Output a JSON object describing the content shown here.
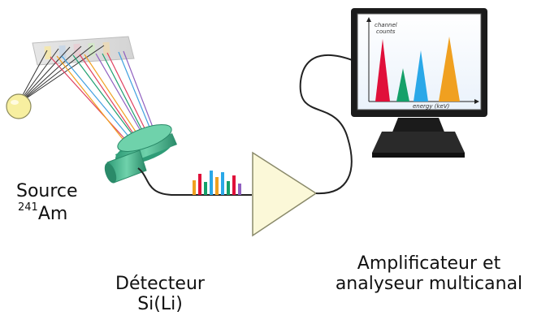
{
  "labels": {
    "source_line1": "Source",
    "source_isotope_mass": "241",
    "source_isotope_symbol": "Am",
    "detector_line1": "Détecteur",
    "detector_line2": "Si(Li)",
    "amplifier_line1": "Amplificateur et",
    "amplifier_line2": "analyseur multicanal"
  },
  "monitor": {
    "y_axis_label_line1": "channel",
    "y_axis_label_line2": "counts",
    "x_axis_label": "energy (keV)"
  },
  "colors": {
    "peak_colors": [
      "#e0103a",
      "#14a06a",
      "#2aa8e8",
      "#f0a020"
    ],
    "source": "#f7efa0",
    "detector": "#3fae86",
    "amplifier": "#fbf8d8",
    "monitor_body": "#1b1b1b"
  }
}
